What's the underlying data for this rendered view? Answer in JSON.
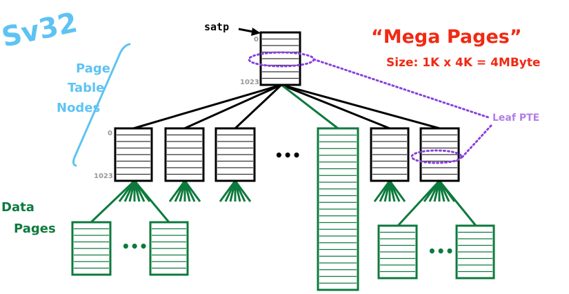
{
  "title": "Sv32",
  "satp_label": "satp",
  "index_first": "0",
  "index_last": "1023",
  "mega_pages": {
    "title": "“Mega Pages”",
    "size": "Size: 1K x 4K = 4MByte"
  },
  "page_table_nodes": [
    "Page",
    "Table",
    "Nodes"
  ],
  "leaf_pte": "Leaf PTE",
  "data_pages": [
    "Data",
    "Pages"
  ],
  "ellipsis": "•••",
  "colors": {
    "blue": "#5ec3f2",
    "green": "#0d7a3d",
    "red": "#f02a14",
    "purple": "#8a3fe0",
    "black": "#000000"
  }
}
